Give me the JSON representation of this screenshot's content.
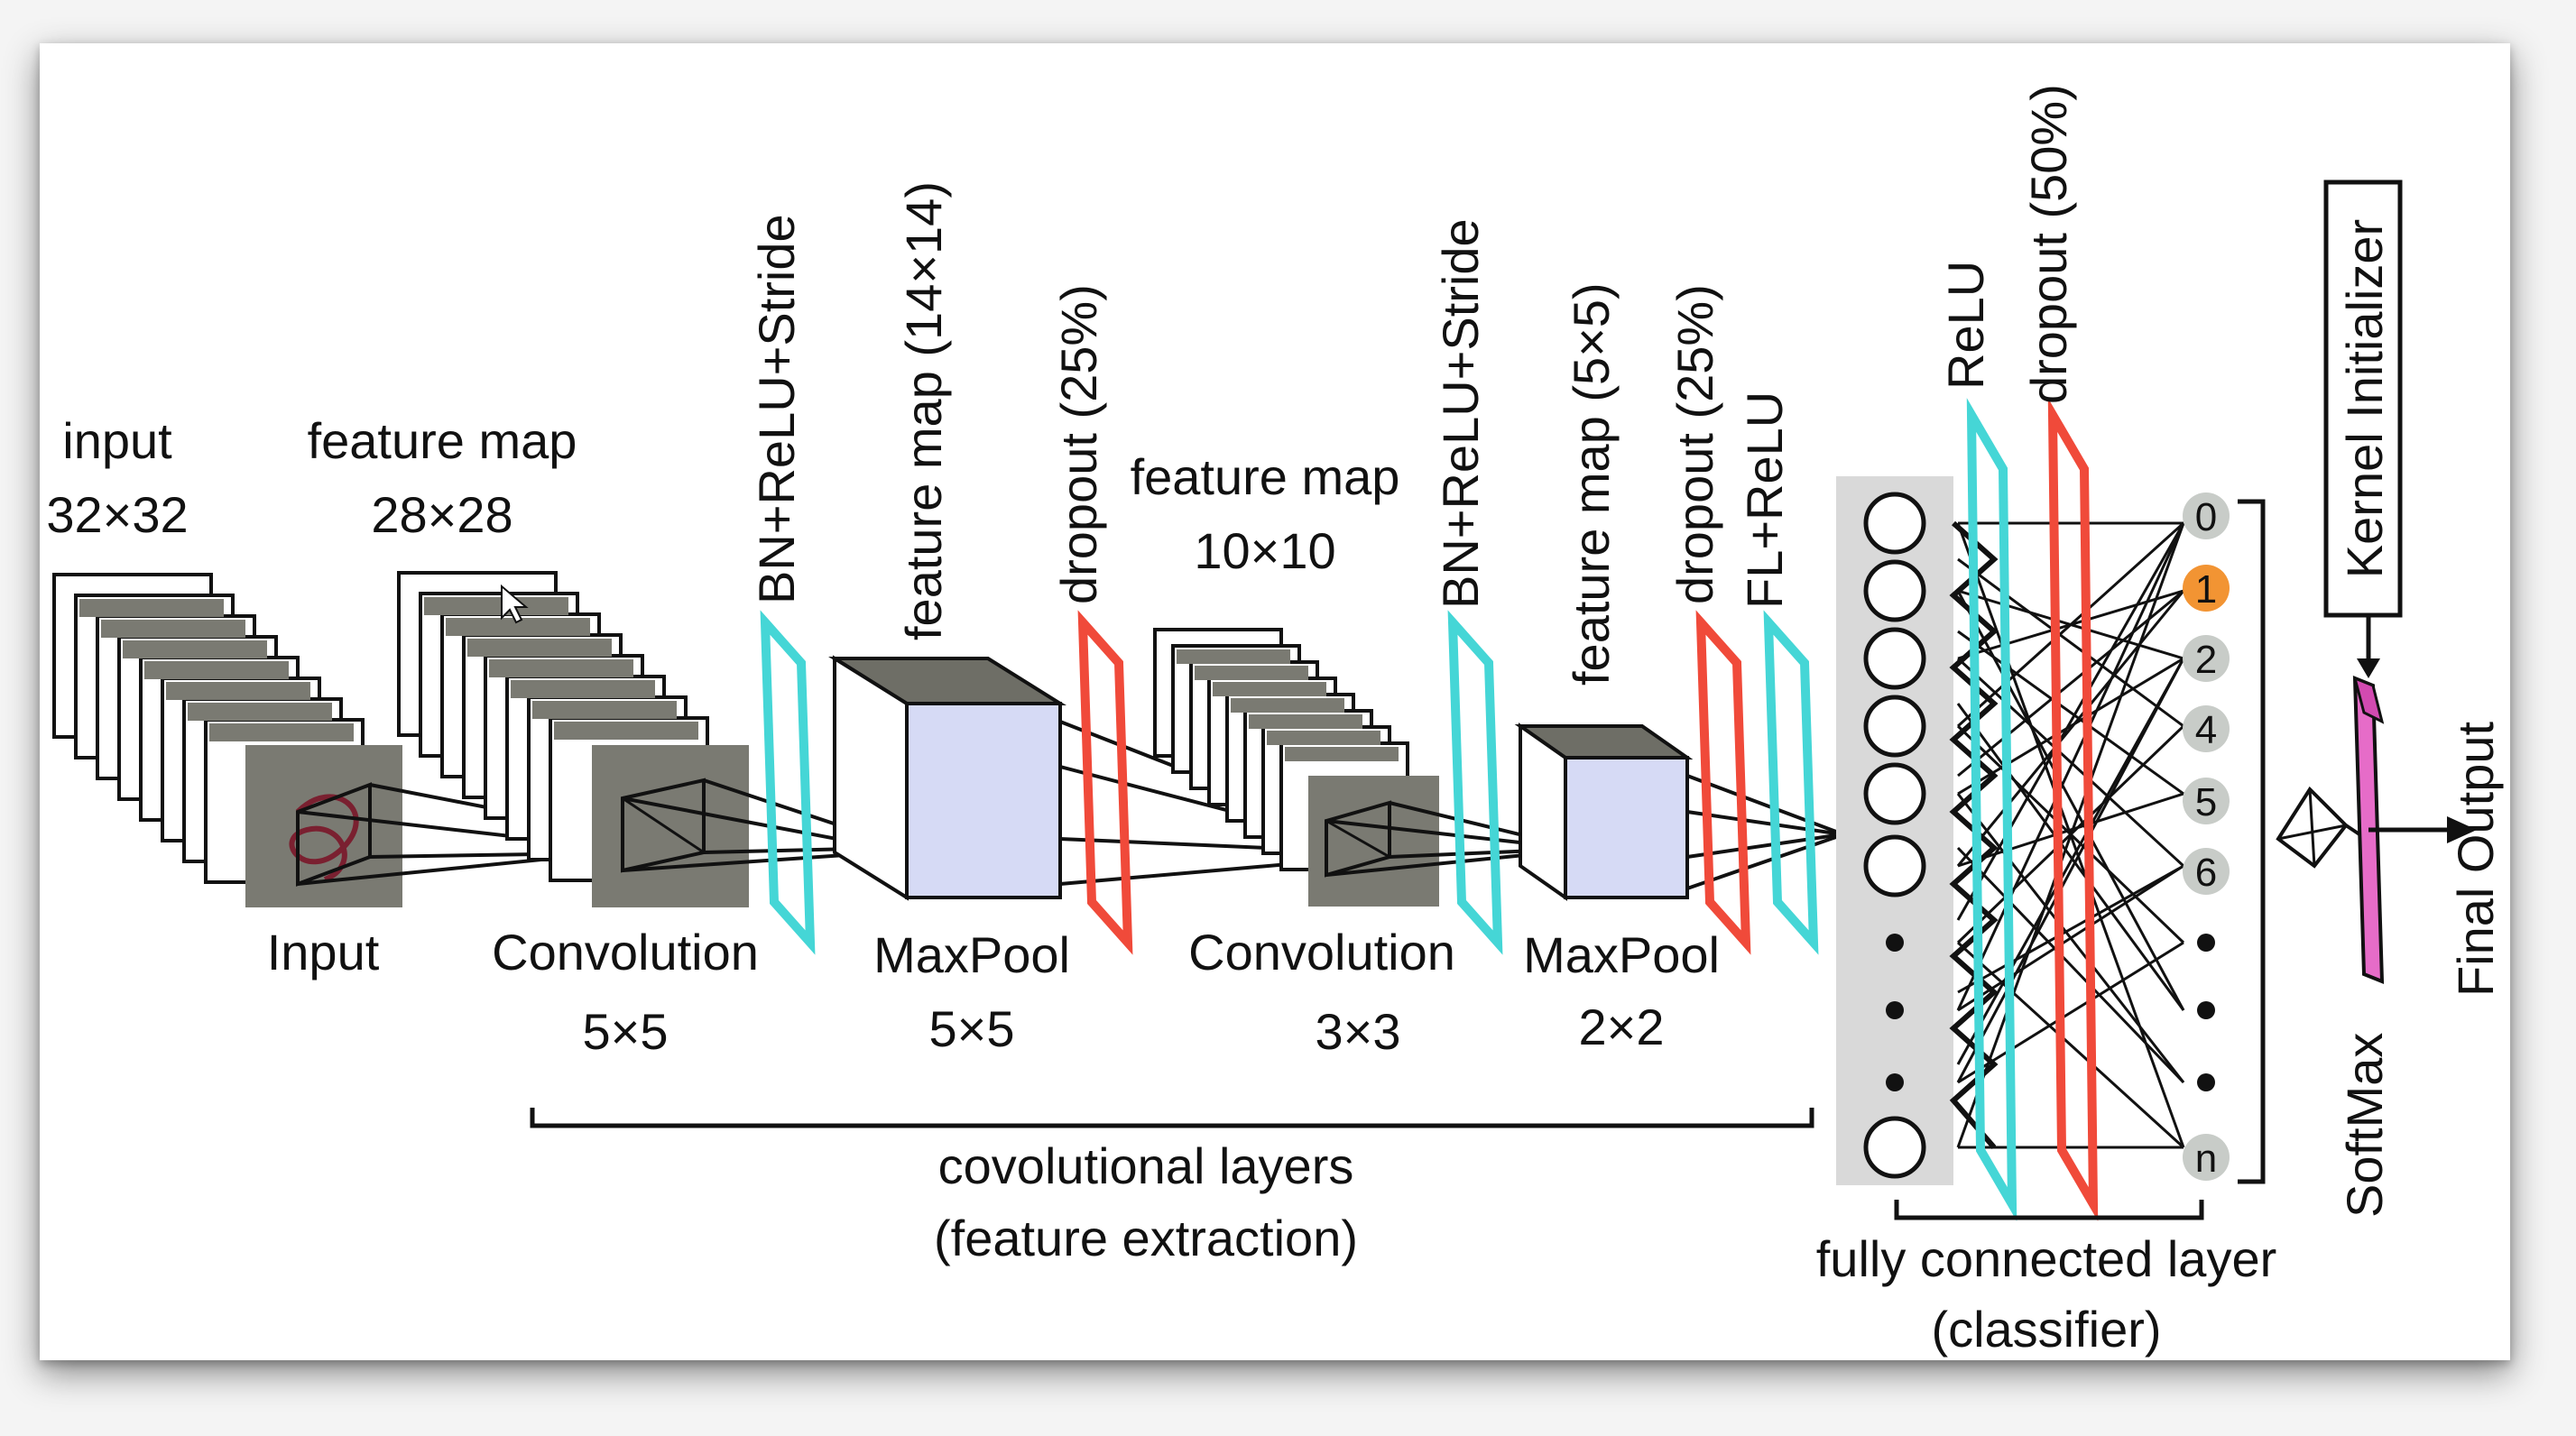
{
  "labels": {
    "input_header": "input",
    "input_size": "32×32",
    "fmap1_header": "feature map",
    "fmap1_size": "28×28",
    "bn1": "BN+ReLU+Stride",
    "fmap2": "feature map (14×14)",
    "dropout1": "dropout (25%)",
    "fmap3_header": "feature map",
    "fmap3_size": "10×10",
    "bn2": "BN+ReLU+Stride",
    "fmap4": "feature map (5×5)",
    "dropout2": "dropout (25%)",
    "fl_relu": "FL+ReLU",
    "relu": "ReLU",
    "dropout3": "dropout (50%)",
    "kernel_init": "Kernel Initializer",
    "softmax": "SoftMax",
    "final_output": "Final Output",
    "input_stage": "Input",
    "conv1": "Convolution",
    "conv1_size": "5×5",
    "maxpool1": "MaxPool",
    "maxpool1_size": "5×5",
    "conv2": "Convolution",
    "conv2_size": "3×3",
    "maxpool2": "MaxPool",
    "maxpool2_size": "2×2",
    "conv_layers_title": "covolutional layers",
    "conv_layers_sub": "(feature extraction)",
    "fc_title": "fully connected layer",
    "fc_sub": "(classifier)"
  },
  "output_nodes": [
    "0",
    "1",
    "2",
    "4",
    "5",
    "6",
    "n"
  ],
  "highlighted_output": "1",
  "colors": {
    "cyan": "#45d6d6",
    "red": "#f04a3a",
    "slab": "#7a7a72",
    "cube_front": "#d6daf5",
    "cube_top": "#6e6e66",
    "fc_bg": "#d9d9d9",
    "node_gray": "#c8ccc8",
    "node_orange": "#f29433",
    "softmax_pink": "#e66cc8"
  }
}
